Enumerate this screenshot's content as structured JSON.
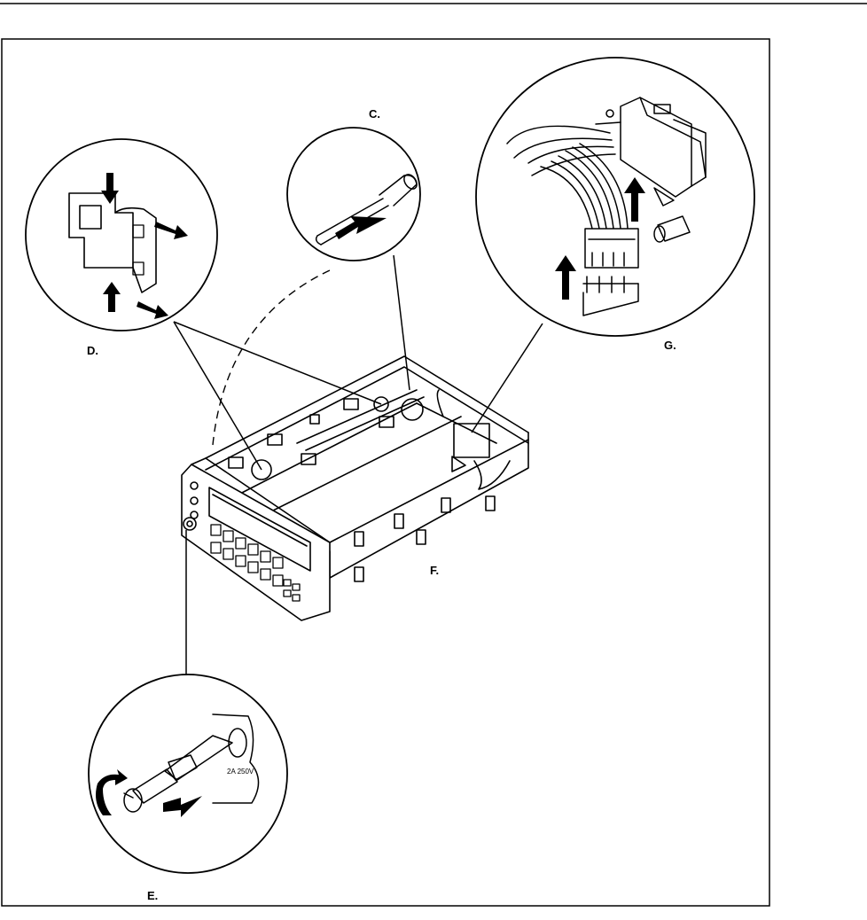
{
  "callouts": {
    "c": "C.",
    "d": "D.",
    "e": "E.",
    "f": "F.",
    "g": "G."
  },
  "fuse_marking": "2A 250V",
  "icons": [
    "arrow-icon"
  ],
  "colors": {
    "ink": "#000000",
    "paper": "#ffffff"
  }
}
